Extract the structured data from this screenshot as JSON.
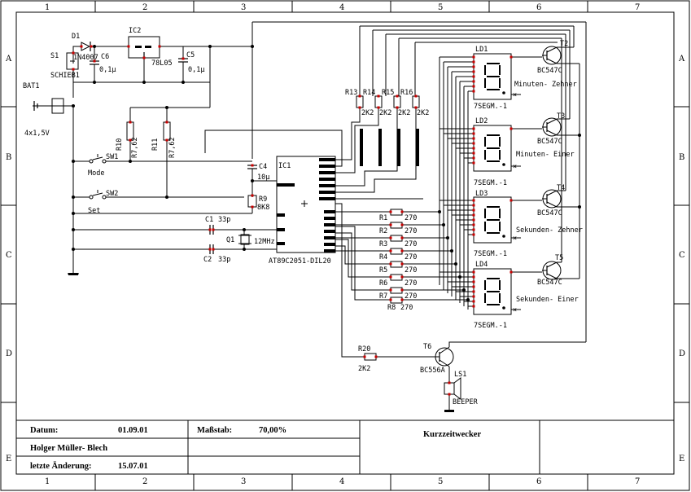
{
  "frame": {
    "columns": [
      "1",
      "2",
      "3",
      "4",
      "5",
      "6",
      "7"
    ],
    "rows": [
      "A",
      "B",
      "C",
      "D",
      "E"
    ]
  },
  "title_block": {
    "date_label": "Datum:",
    "date_value": "01.09.01",
    "scale_label": "Maßstab:",
    "scale_value": "70,00%",
    "author": "Holger Müller- Blech",
    "changed_label": "letzte Änderung:",
    "changed_value": "15.07.01",
    "title": "Kurzzeitwecker"
  },
  "components": {
    "s1": {
      "ref": "S1",
      "value": "SCHIEB1"
    },
    "d1": {
      "ref": "D1",
      "value": "1N4007"
    },
    "bat1": {
      "ref": "BAT1",
      "value": "4x1,5V"
    },
    "ic2": {
      "ref": "IC2",
      "value": "78L05"
    },
    "c6": {
      "ref": "C6",
      "value": "0,1µ"
    },
    "c5": {
      "ref": "C5",
      "value": "0,1µ"
    },
    "r10": {
      "ref": "R10",
      "value": "R7,62"
    },
    "r11": {
      "ref": "R11",
      "value": "R7,62"
    },
    "sw1": {
      "ref": "SW1",
      "value": "Mode"
    },
    "sw2": {
      "ref": "SW2",
      "value": "Set"
    },
    "c4": {
      "ref": "C4",
      "value": "10µ"
    },
    "r9": {
      "ref": "R9",
      "value": "8K8"
    },
    "c1": {
      "ref": "C1",
      "value": "33p"
    },
    "c2": {
      "ref": "C2",
      "value": "33p"
    },
    "q1": {
      "ref": "Q1",
      "value": "12MHz"
    },
    "ic1": {
      "ref": "IC1",
      "value": "AT89C2051-DIL20"
    },
    "r13": {
      "ref": "R13",
      "value": "2K2"
    },
    "r14": {
      "ref": "R14",
      "value": "2K2"
    },
    "r15": {
      "ref": "R15",
      "value": "2K2"
    },
    "r16": {
      "ref": "R16",
      "value": "2K2"
    },
    "r1": {
      "ref": "R1",
      "value": "270"
    },
    "r2": {
      "ref": "R2",
      "value": "270"
    },
    "r3": {
      "ref": "R3",
      "value": "270"
    },
    "r4": {
      "ref": "R4",
      "value": "270"
    },
    "r5": {
      "ref": "R5",
      "value": "270"
    },
    "r6": {
      "ref": "R6",
      "value": "270"
    },
    "r7": {
      "ref": "R7",
      "value": "270"
    },
    "r8": {
      "ref": "R8",
      "value": "270"
    },
    "r20": {
      "ref": "R20",
      "value": "2K2"
    },
    "t6": {
      "ref": "T6",
      "value": "BC556A"
    },
    "ls1": {
      "ref": "LS1",
      "value": "BEEPER"
    }
  },
  "displays": [
    {
      "ref": "LD1",
      "type": "7SEGM.-1",
      "label": "Minuten- Zehner",
      "transistor": "T2",
      "tvalue": "BC547C"
    },
    {
      "ref": "LD2",
      "type": "7SEGM.-1",
      "label": "Minuten- Einer",
      "transistor": "T3",
      "tvalue": "BC547C"
    },
    {
      "ref": "LD3",
      "type": "7SEGM.-1",
      "label": "Sekunden- Zehner",
      "transistor": "T4",
      "tvalue": "BC547C"
    },
    {
      "ref": "LD4",
      "type": "7SEGM.-1",
      "label": "Sekunden- Einer",
      "transistor": "T5",
      "tvalue": "BC547C"
    }
  ]
}
